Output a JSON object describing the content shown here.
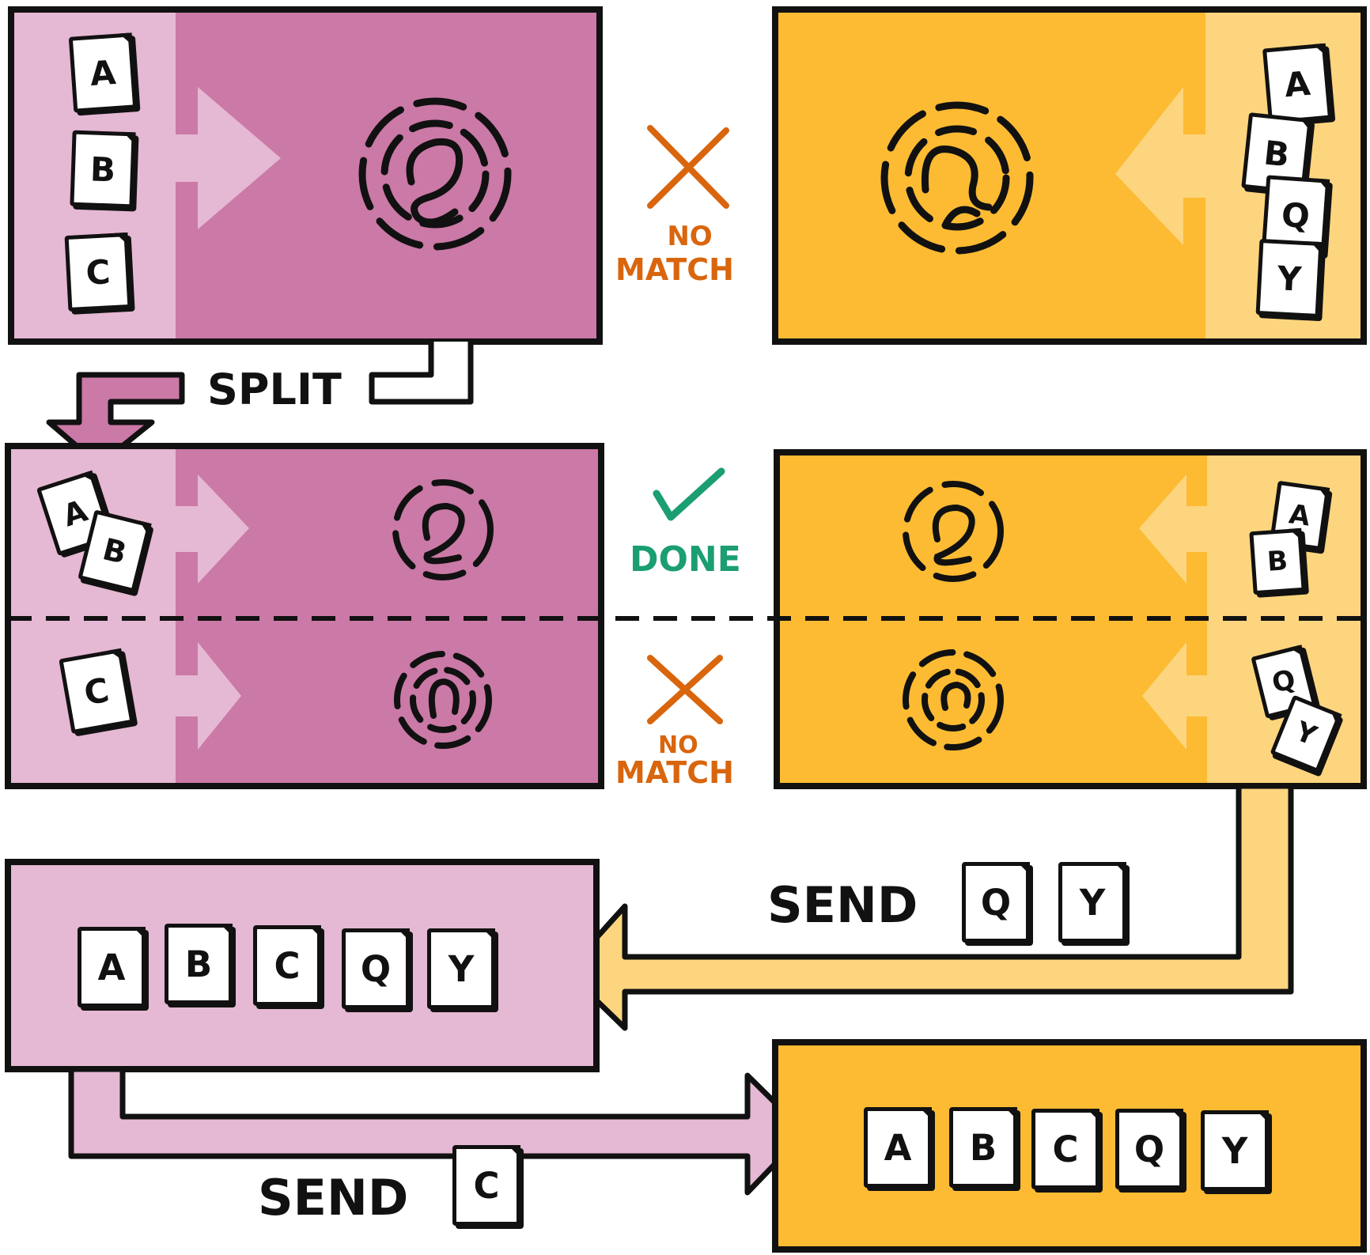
{
  "colors": {
    "outline": "#111111",
    "purple_dark": "#cb79a6",
    "purple_light": "#e5b8d3",
    "orange_dark": "#fcbb32",
    "orange_light": "#fdd57e",
    "no_match_orange": "#d9650d",
    "done_green": "#1a9e72"
  },
  "status": {
    "no_match_top": [
      "NO",
      "MATCH"
    ],
    "done": "DONE",
    "no_match_middle": [
      "NO",
      "MATCH"
    ]
  },
  "labels": {
    "split": "SPLIT",
    "send_right_to_left": "SEND",
    "send_left_to_right": "SEND"
  },
  "docs": {
    "top_left": [
      "A",
      "B",
      "C"
    ],
    "top_right": [
      "A",
      "B",
      "Q",
      "Y"
    ],
    "middle_left_upper": [
      "A",
      "B"
    ],
    "middle_left_lower": [
      "C"
    ],
    "middle_right_upper": [
      "A",
      "B"
    ],
    "middle_right_lower": [
      "Q",
      "Y"
    ],
    "send_right_to_left": [
      "Q",
      "Y"
    ],
    "bottom_left": [
      "A",
      "B",
      "C",
      "Q",
      "Y"
    ],
    "send_left_to_right": [
      "C"
    ],
    "bottom_right": [
      "A",
      "B",
      "C",
      "Q",
      "Y"
    ]
  }
}
